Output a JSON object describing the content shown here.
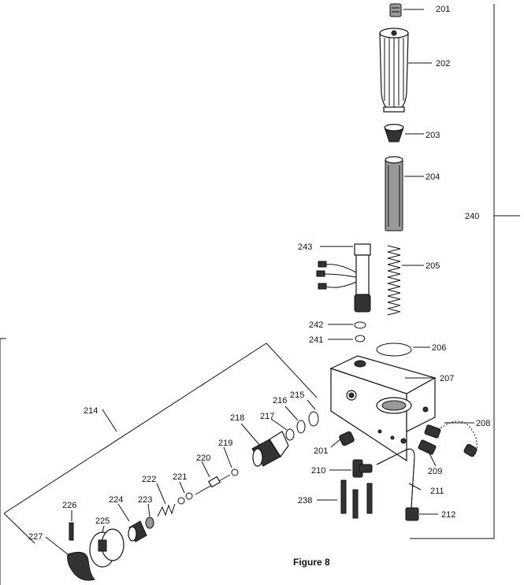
{
  "caption": "Figure 8",
  "labels": {
    "p201a": "201",
    "p202": "202",
    "p203": "203",
    "p204": "204",
    "p240": "240",
    "p243": "243",
    "p205": "205",
    "p242": "242",
    "p241": "241",
    "p206": "206",
    "p207": "207",
    "p214": "214",
    "p215": "215",
    "p216": "216",
    "p217": "217",
    "p218": "218",
    "p208": "208",
    "p201b": "201",
    "p219": "219",
    "p220": "220",
    "p210": "210",
    "p209": "209",
    "p222": "222",
    "p221": "221",
    "p211": "211",
    "p238": "238",
    "p223": "223",
    "p224": "224",
    "p226": "226",
    "p225": "225",
    "p212": "212",
    "p227": "227"
  }
}
